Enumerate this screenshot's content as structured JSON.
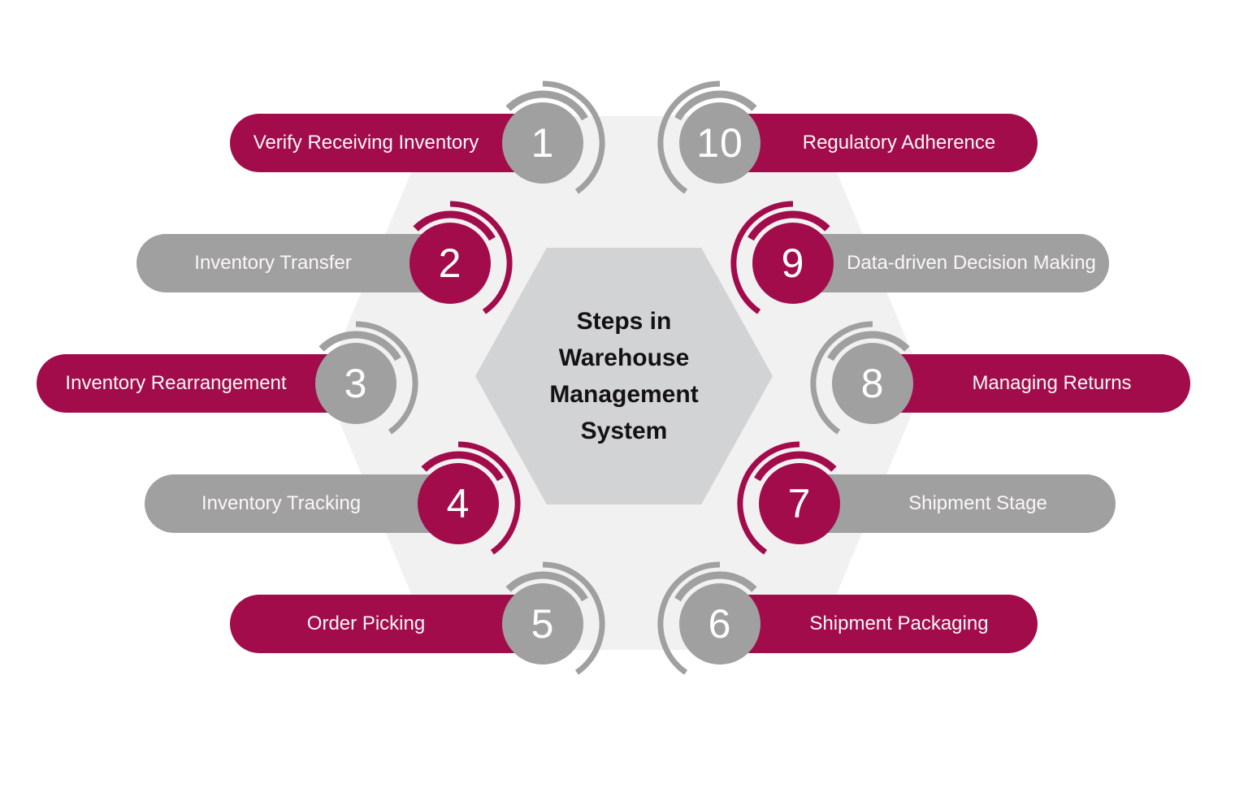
{
  "diagram": {
    "type": "process-steps-infographic",
    "title_lines": [
      "Steps in",
      "Warehouse",
      "Management",
      "System"
    ]
  },
  "steps": [
    {
      "number": "1",
      "label": "Verify Receiving Inventory",
      "pill_color": "crimson",
      "circle_color": "gray",
      "side": "left"
    },
    {
      "number": "2",
      "label": "Inventory Transfer",
      "pill_color": "gray",
      "circle_color": "crimson",
      "side": "left"
    },
    {
      "number": "3",
      "label": "Inventory Rearrangement",
      "pill_color": "crimson",
      "circle_color": "gray",
      "side": "left"
    },
    {
      "number": "4",
      "label": "Inventory Tracking",
      "pill_color": "gray",
      "circle_color": "crimson",
      "side": "left"
    },
    {
      "number": "5",
      "label": "Order Picking",
      "pill_color": "crimson",
      "circle_color": "gray",
      "side": "left"
    },
    {
      "number": "6",
      "label": "Shipment Packaging",
      "pill_color": "crimson",
      "circle_color": "gray",
      "side": "right"
    },
    {
      "number": "7",
      "label": "Shipment Stage",
      "pill_color": "gray",
      "circle_color": "crimson",
      "side": "right"
    },
    {
      "number": "8",
      "label": "Managing Returns",
      "pill_color": "crimson",
      "circle_color": "gray",
      "side": "right"
    },
    {
      "number": "9",
      "label": "Data-driven Decision Making",
      "pill_color": "gray",
      "circle_color": "crimson",
      "side": "right"
    },
    {
      "number": "10",
      "label": "Regulatory Adherence",
      "pill_color": "crimson",
      "circle_color": "gray",
      "side": "right"
    }
  ],
  "colors": {
    "accent_crimson": "#A20C4B",
    "neutral_gray": "#A0A0A0",
    "hexagon_outer": "#F1F1F2",
    "hexagon_inner": "#D2D3D5",
    "pill_text": "#FFFFFF",
    "title_text": "#121212",
    "background": "#FFFFFF"
  }
}
